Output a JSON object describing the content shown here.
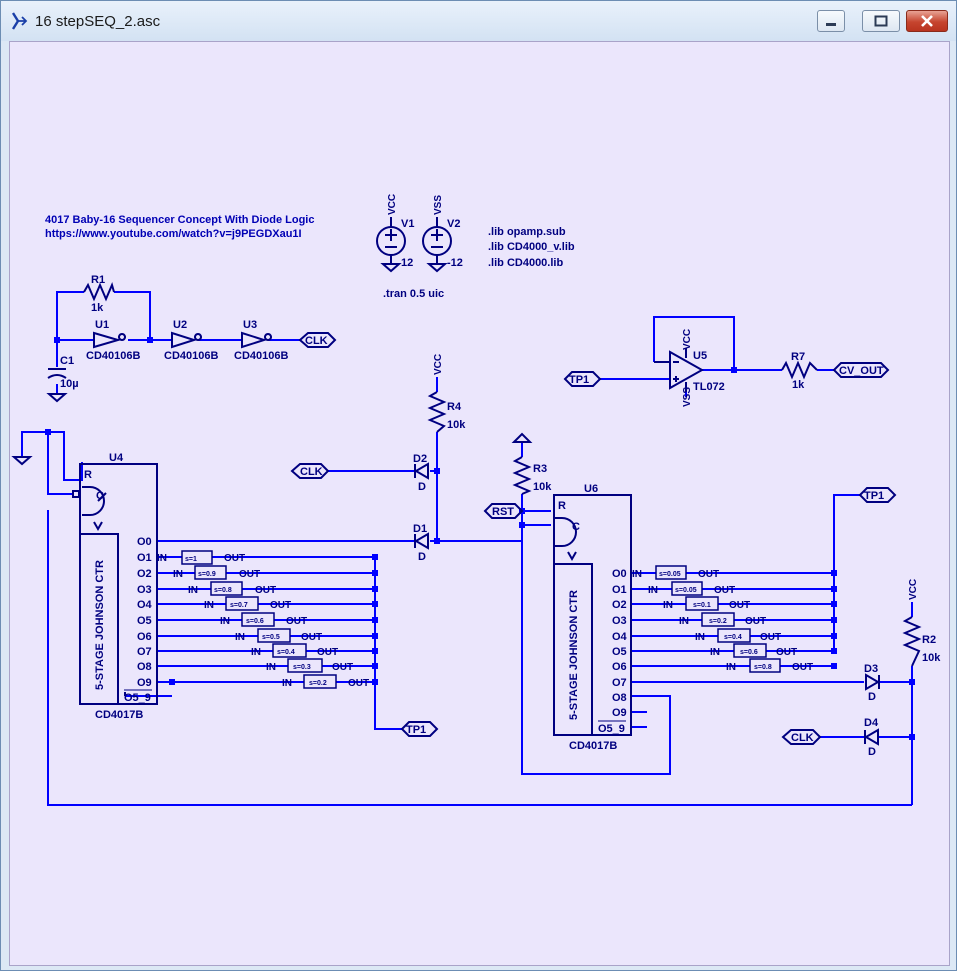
{
  "window": {
    "title": "16 stepSEQ_2.asc"
  },
  "note": {
    "title": "4017 Baby-16 Sequencer Concept With Diode Logic",
    "url": "https://www.youtube.com/watch?v=j9PEGDXau1I"
  },
  "directives": {
    "lib1": ".lib opamp.sub",
    "lib2": ".lib CD4000_v.lib",
    "lib3": ".lib CD4000.lib",
    "tran": ".tran 0.5 uic"
  },
  "sources": [
    {
      "ref": "V1",
      "net": "VCC",
      "value": "12"
    },
    {
      "ref": "V2",
      "net": "VSS",
      "value": "-12"
    }
  ],
  "passives": {
    "R1": {
      "ref": "R1",
      "value": "1k"
    },
    "C1": {
      "ref": "C1",
      "value": "10µ"
    },
    "R4": {
      "ref": "R4",
      "value": "10k"
    },
    "R3": {
      "ref": "R3",
      "value": "10k"
    },
    "R7": {
      "ref": "R7",
      "value": "1k"
    },
    "R2": {
      "ref": "R2",
      "value": "10k"
    }
  },
  "inverters": [
    {
      "ref": "U1",
      "part": "CD40106B"
    },
    {
      "ref": "U2",
      "part": "CD40106B"
    },
    {
      "ref": "U3",
      "part": "CD40106B"
    }
  ],
  "opamp": {
    "ref": "U5",
    "part": "TL072",
    "vcc": "VCC",
    "vss": "VSS"
  },
  "diodes": [
    {
      "ref": "D1",
      "part": "D"
    },
    {
      "ref": "D2",
      "part": "D"
    },
    {
      "ref": "D3",
      "part": "D"
    },
    {
      "ref": "D4",
      "part": "D"
    }
  ],
  "nets": {
    "clk": "CLK",
    "tp1": "TP1",
    "rst": "RST",
    "cv_out": "CV_OUT",
    "vcc": "VCC",
    "vss": "VSS"
  },
  "counters": [
    {
      "ref": "U4",
      "part": "CD4017B",
      "body": "5-STAGE JOHNSON CTR",
      "r": "R",
      "c": "C",
      "carry": "O5_9",
      "pins": [
        "O0",
        "O1",
        "O2",
        "O3",
        "O4",
        "O5",
        "O6",
        "O7",
        "O8",
        "O9"
      ]
    },
    {
      "ref": "U6",
      "part": "CD4017B",
      "body": "5-STAGE JOHNSON CTR",
      "r": "R",
      "c": "C",
      "carry": "O5_9",
      "pins": [
        "O0",
        "O1",
        "O2",
        "O3",
        "O4",
        "O5",
        "O6",
        "O7",
        "O8",
        "O9"
      ]
    }
  ],
  "switches_u4": [
    {
      "in": "IN",
      "s": "s=1",
      "out": "OUT"
    },
    {
      "in": "IN",
      "s": "s=0.9",
      "out": "OUT"
    },
    {
      "in": "IN",
      "s": "s=0.8",
      "out": "OUT"
    },
    {
      "in": "IN",
      "s": "s=0.7",
      "out": "OUT"
    },
    {
      "in": "IN",
      "s": "s=0.6",
      "out": "OUT"
    },
    {
      "in": "IN",
      "s": "s=0.5",
      "out": "OUT"
    },
    {
      "in": "IN",
      "s": "s=0.4",
      "out": "OUT"
    },
    {
      "in": "IN",
      "s": "s=0.3",
      "out": "OUT"
    },
    {
      "in": "IN",
      "s": "s=0.2",
      "out": "OUT"
    }
  ],
  "switches_u6": [
    {
      "in": "IN",
      "s": "s=0.05",
      "out": "OUT"
    },
    {
      "in": "IN",
      "s": "s=0.05",
      "out": "OUT"
    },
    {
      "in": "IN",
      "s": "s=0.1",
      "out": "OUT"
    },
    {
      "in": "IN",
      "s": "s=0.2",
      "out": "OUT"
    },
    {
      "in": "IN",
      "s": "s=0.4",
      "out": "OUT"
    },
    {
      "in": "IN",
      "s": "s=0.6",
      "out": "OUT"
    },
    {
      "in": "IN",
      "s": "s=0.8",
      "out": "OUT"
    }
  ],
  "colors": {
    "wire": "#0000ff",
    "component": "#000080",
    "note": "#0000b4",
    "canvas": "#ebe6fc",
    "close": "#c6452f"
  }
}
